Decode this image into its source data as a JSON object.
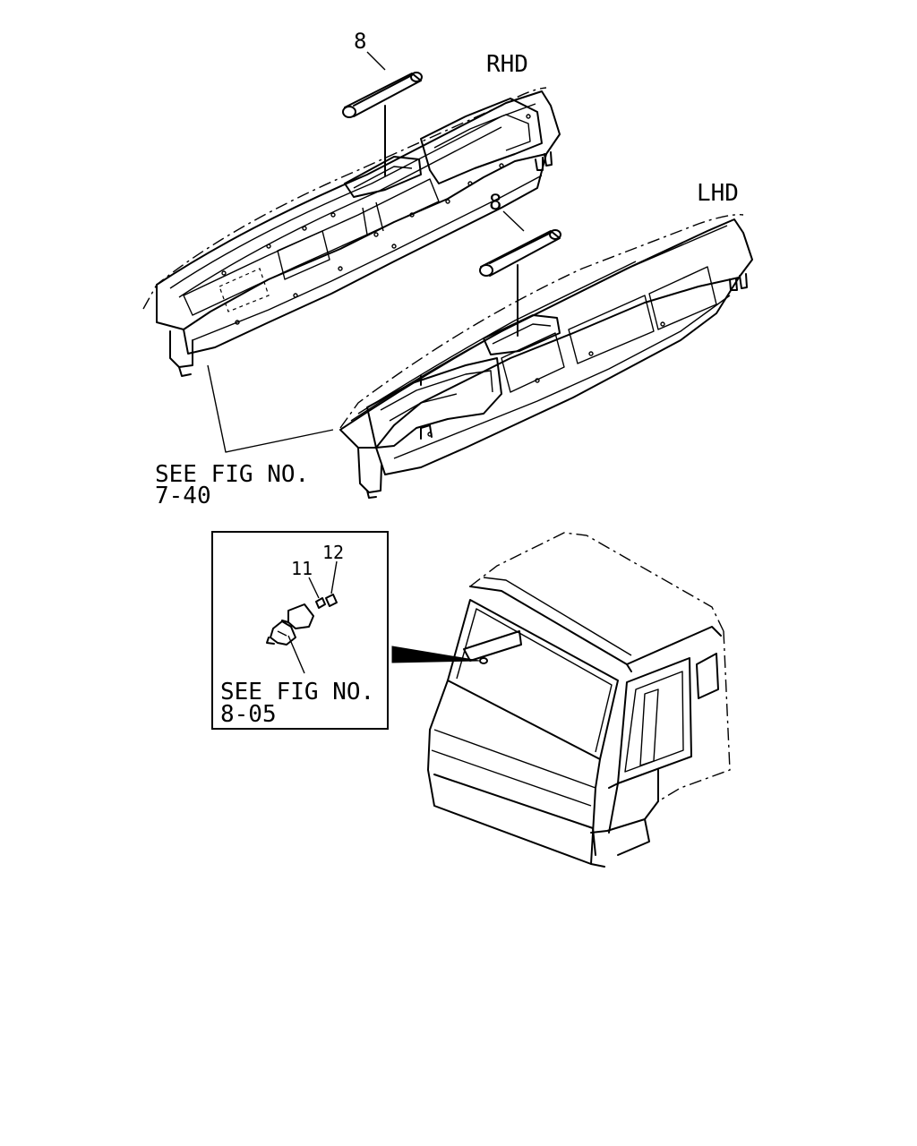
{
  "labels": {
    "rhd": "RHD",
    "lhd": "LHD",
    "part_8_rhd": "8",
    "part_8_lhd": "8",
    "part_11": "11",
    "part_12": "12",
    "see_fig_1_line1": "SEE FIG NO.",
    "see_fig_1_line2": "7-40",
    "see_fig_2_line1": "SEE FIG NO.",
    "see_fig_2_line2": "8-05"
  }
}
